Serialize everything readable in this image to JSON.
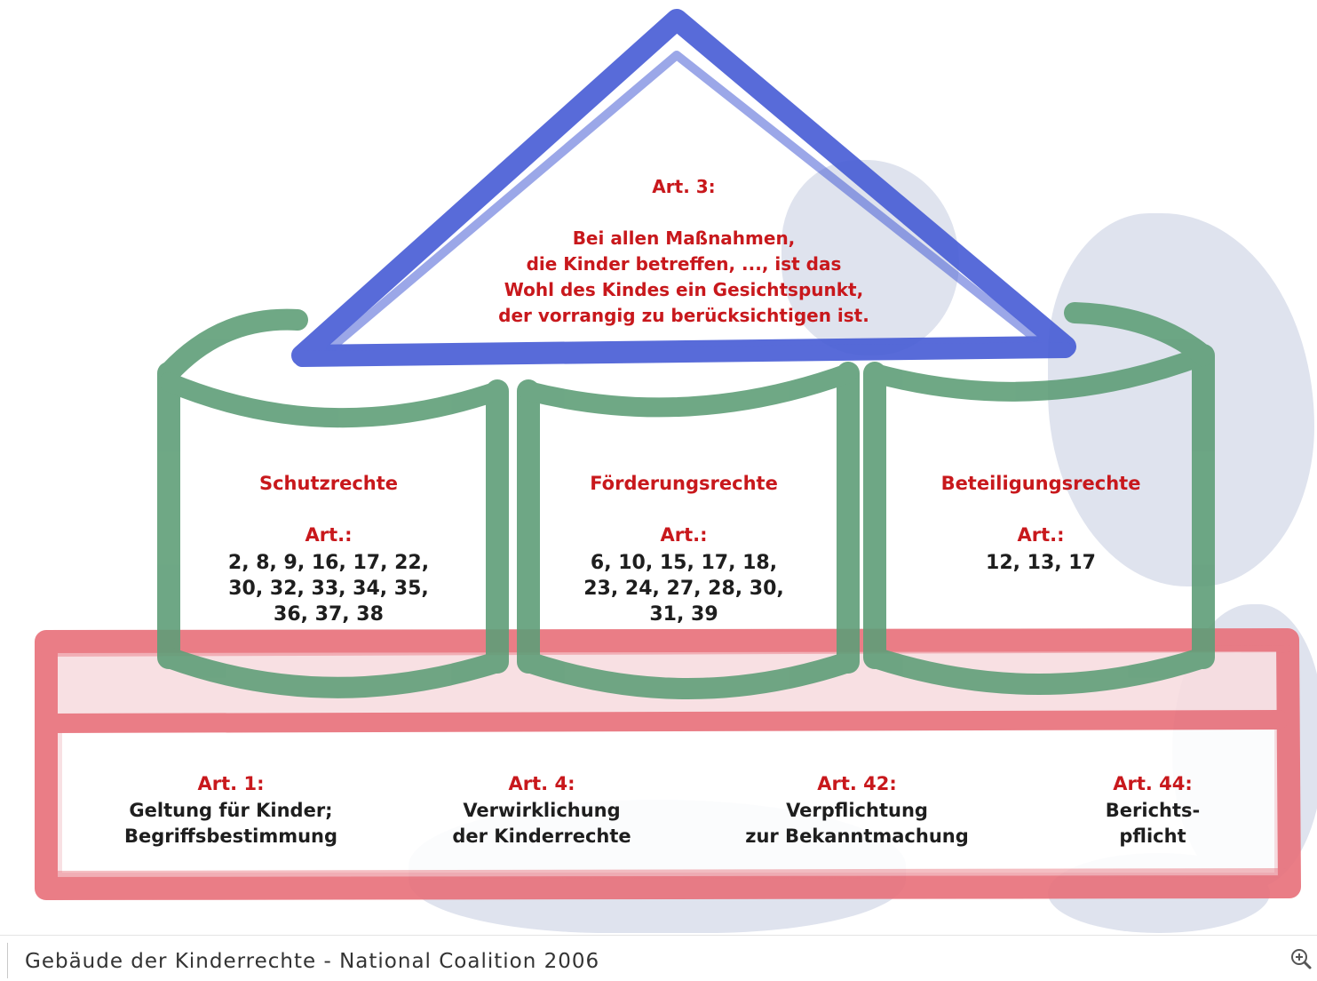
{
  "roof": {
    "heading": "Art. 3:",
    "text": "Bei allen Maßnahmen,\ndie Kinder betreffen, ..., ist das\nWohl des Kindes ein Gesichtspunkt,\nder vorrangig zu berücksichtigen ist."
  },
  "pillars": [
    {
      "title": "Schutzrechte",
      "art_label": "Art.:",
      "articles": "2, 8, 9, 16, 17, 22,\n30, 32, 33, 34, 35,\n36, 37, 38"
    },
    {
      "title": "Förderungsrechte",
      "art_label": "Art.:",
      "articles": "6, 10, 15, 17, 18,\n23, 24, 27, 28, 30,\n31, 39"
    },
    {
      "title": "Beteiligungsrechte",
      "art_label": "Art.:",
      "articles": "12, 13, 17"
    }
  ],
  "base": [
    {
      "art": "Art. 1:",
      "text": "Geltung für Kinder;\nBegriffsbestimmung"
    },
    {
      "art": "Art. 4:",
      "text": "Verwirklichung\nder Kinderrechte"
    },
    {
      "art": "Art. 42:",
      "text": "Verpflichtung\nzur Bekanntmachung"
    },
    {
      "art": "Art. 44:",
      "text": "Berichts-\npflicht"
    }
  ],
  "caption": "Gebäude der Kinderrechte - National Coalition 2006",
  "icons": {
    "zoom": "zoom-in-icon"
  },
  "colors": {
    "roof": "#4a5fd6",
    "pillars": "#5f9e78",
    "base": "#e8707a",
    "label_red": "#c8181c",
    "text_dark": "#1e1e1e",
    "background_shape": "#dfe3ee"
  }
}
